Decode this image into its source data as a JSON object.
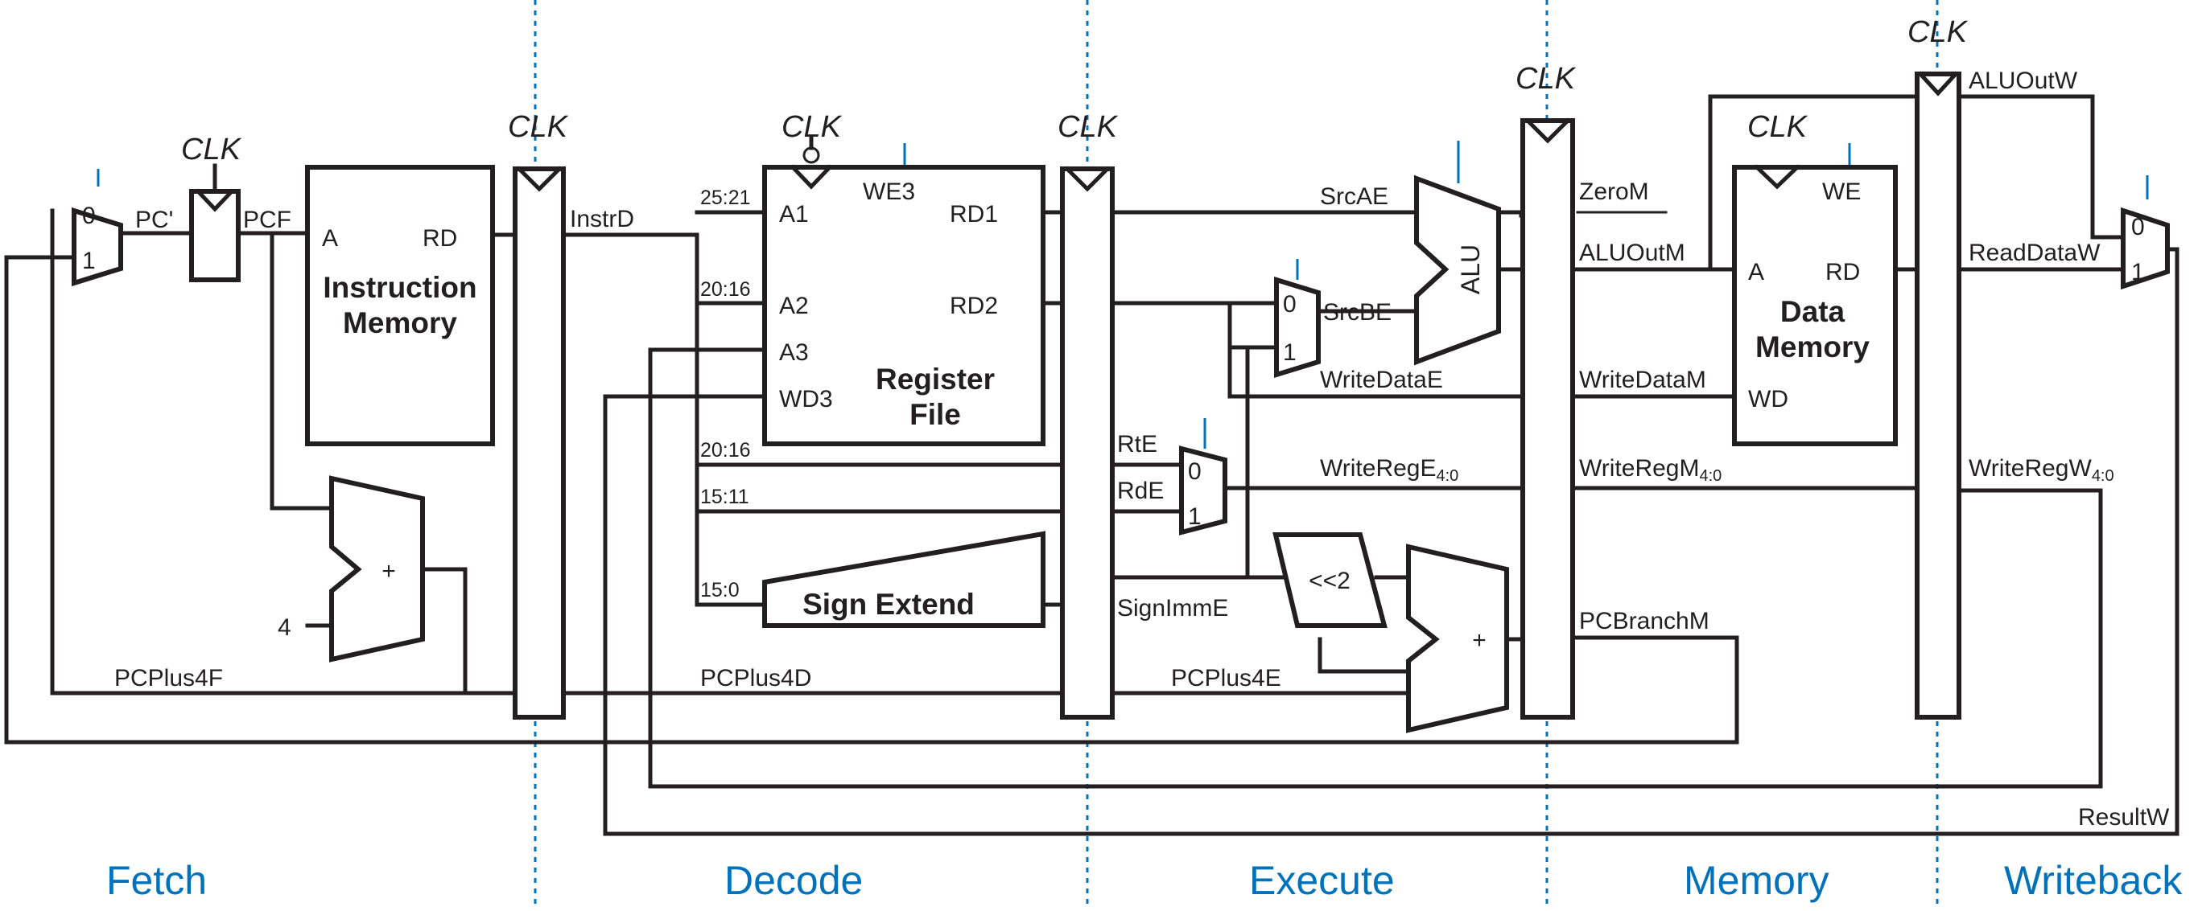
{
  "clock_label": "CLK",
  "stages": {
    "fetch": "Fetch",
    "decode": "Decode",
    "execute": "Execute",
    "memory": "Memory",
    "writeback": "Writeback"
  },
  "blocks": {
    "imem_line1": "Instruction",
    "imem_line2": "Memory",
    "rf_line1": "Register",
    "rf_line2": "File",
    "sign_extend": "Sign Extend",
    "dmem_line1": "Data",
    "dmem_line2": "Memory",
    "alu": "ALU",
    "adder_plus": "+",
    "shift": "<<2",
    "const4": "4"
  },
  "ports": {
    "imem_a": "A",
    "imem_rd": "RD",
    "rf_a1": "A1",
    "rf_a2": "A2",
    "rf_a3": "A3",
    "rf_wd3": "WD3",
    "rf_we3": "WE3",
    "rf_rd1": "RD1",
    "rf_rd2": "RD2",
    "dm_a": "A",
    "dm_rd": "RD",
    "dm_wd": "WD",
    "dm_we": "WE",
    "mux0": "0",
    "mux1": "1"
  },
  "signals": {
    "pc_prime": "PC'",
    "pcf": "PCF",
    "instrd": "InstrD",
    "bits_25_21": "25:21",
    "bits_20_16_a": "20:16",
    "bits_20_16_b": "20:16",
    "bits_15_11": "15:11",
    "bits_15_0": "15:0",
    "srcae": "SrcAE",
    "srcbe": "SrcBE",
    "writedatae": "WriteDataE",
    "rte": "RtE",
    "rde": "RdE",
    "writerege": "WriteRegE",
    "writeregm": "WriteRegM",
    "writeregw": "WriteRegW",
    "reg_subscript": "4:0",
    "signimme": "SignImmE",
    "pcplus4f": "PCPlus4F",
    "pcplus4d": "PCPlus4D",
    "pcplus4e": "PCPlus4E",
    "zerom": "ZeroM",
    "aluoutm": "ALUOutM",
    "writedatam": "WriteDataM",
    "pcbranchm": "PCBranchM",
    "aluoutw": "ALUOutW",
    "readdataw": "ReadDataW",
    "resultw": "ResultW"
  }
}
